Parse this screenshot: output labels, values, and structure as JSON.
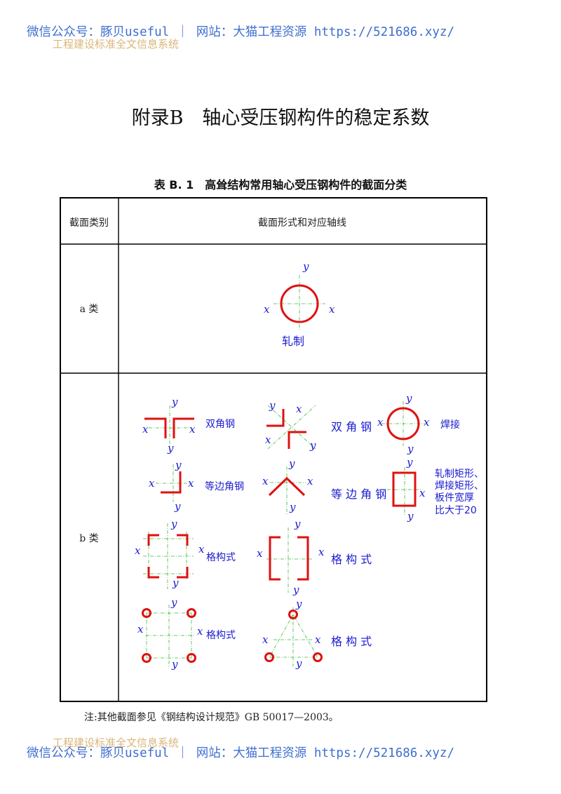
{
  "header": {
    "banner": "微信公众号：豚贝useful ｜ 网站：大猫工程资源 https://521686.xyz/",
    "watermark": "工程建设标准全文信息系统"
  },
  "footer": {
    "banner": "微信公众号：豚贝useful ｜ 网站：大猫工程资源 https://521686.xyz/",
    "watermark": "工程建设标准全文信息系统"
  },
  "appendix": {
    "title": "附录B　轴心受压钢构件的稳定系数"
  },
  "table": {
    "caption": "表 B. 1　高耸结构常用轴心受压钢构件的截面分类",
    "headers": [
      "截面类别",
      "截面形式和对应轴线"
    ],
    "rows": [
      {
        "category": "a 类"
      },
      {
        "category": "b 类"
      }
    ]
  },
  "figures": {
    "axis_x": "x",
    "axis_y": "y",
    "a_rolled": "轧制",
    "double_angle_1": "双角钢",
    "double_angle_2": "双 角 钢",
    "welded": "焊接",
    "equal_angle_1": "等边角钢",
    "equal_angle_2": "等 边 角 钢",
    "rect_note": [
      "轧制矩形、",
      "焊接矩形、",
      "板件宽厚",
      "比大于20"
    ],
    "lattice_1": "格构式",
    "lattice_2": "格 构 式",
    "lattice_3": "格构式",
    "lattice_4": "格 构 式"
  },
  "note": "注:其他截面参见《钢结构设计规范》GB 50017—2003。",
  "colors": {
    "section": "#e01010",
    "axis_label": "#1b1bd0",
    "axis_line": "#3ab83a",
    "banner": "#3f6fd0",
    "watermark": "#d9b679"
  }
}
